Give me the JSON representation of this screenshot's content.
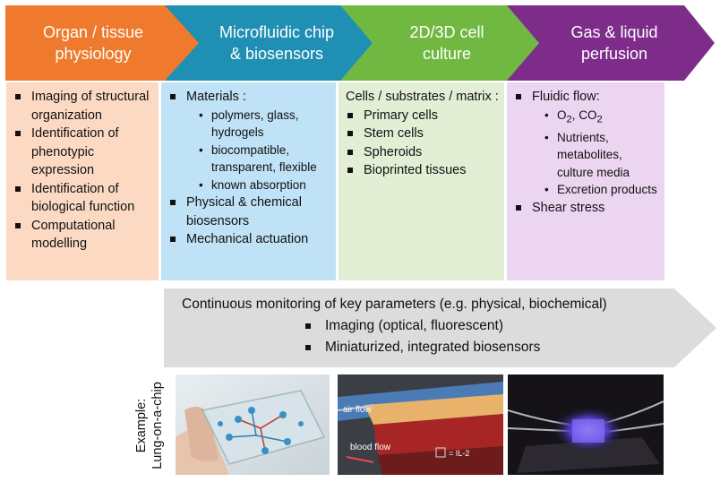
{
  "chevrons": [
    {
      "line1": "Organ / tissue",
      "line2": "physiology",
      "color": "#ef7a2d"
    },
    {
      "line1": "Microfluidic chip",
      "line2": "& biosensors",
      "color": "#1f8fb3"
    },
    {
      "line1": "2D/3D cell",
      "line2": "culture",
      "color": "#70b842"
    },
    {
      "line1": "Gas & liquid",
      "line2": "perfusion",
      "color": "#7d2c8a"
    }
  ],
  "col1": {
    "items": [
      "Imaging of structural organization",
      "Identification of phenotypic expression",
      "Identification of biological function",
      "Computational modelling"
    ]
  },
  "col2": {
    "materials_label": "Materials :",
    "materials": [
      "polymers, glass, hydrogels",
      "biocompatible, transparent, flexible",
      "known absorption"
    ],
    "items": [
      "Physical & chemical biosensors",
      "Mechanical actuation"
    ]
  },
  "col3": {
    "intro": "Cells / substrates / matrix :",
    "items": [
      "Primary cells",
      "Stem cells",
      "Spheroids",
      "Bioprinted tissues"
    ]
  },
  "col4": {
    "flow_label": "Fluidic flow:",
    "gas_o": "O",
    "gas_o_sub": "2",
    "gas_sep": ", CO",
    "gas_co_sub": "2",
    "sub_items": [
      "Nutrients, metabolites, culture media",
      "Excretion products"
    ],
    "shear": "Shear stress"
  },
  "monitoring": {
    "title": "Continuous monitoring of key parameters (e.g. physical, biochemical)",
    "items": [
      "Imaging (optical, fluorescent)",
      "Miniaturized, integrated biosensors"
    ]
  },
  "example": {
    "line1": "Example:",
    "line2": "Lung-on-a-chip"
  },
  "images": {
    "air_flow": "air flow",
    "blood_flow": "blood flow",
    "il2": "= IL-2"
  }
}
